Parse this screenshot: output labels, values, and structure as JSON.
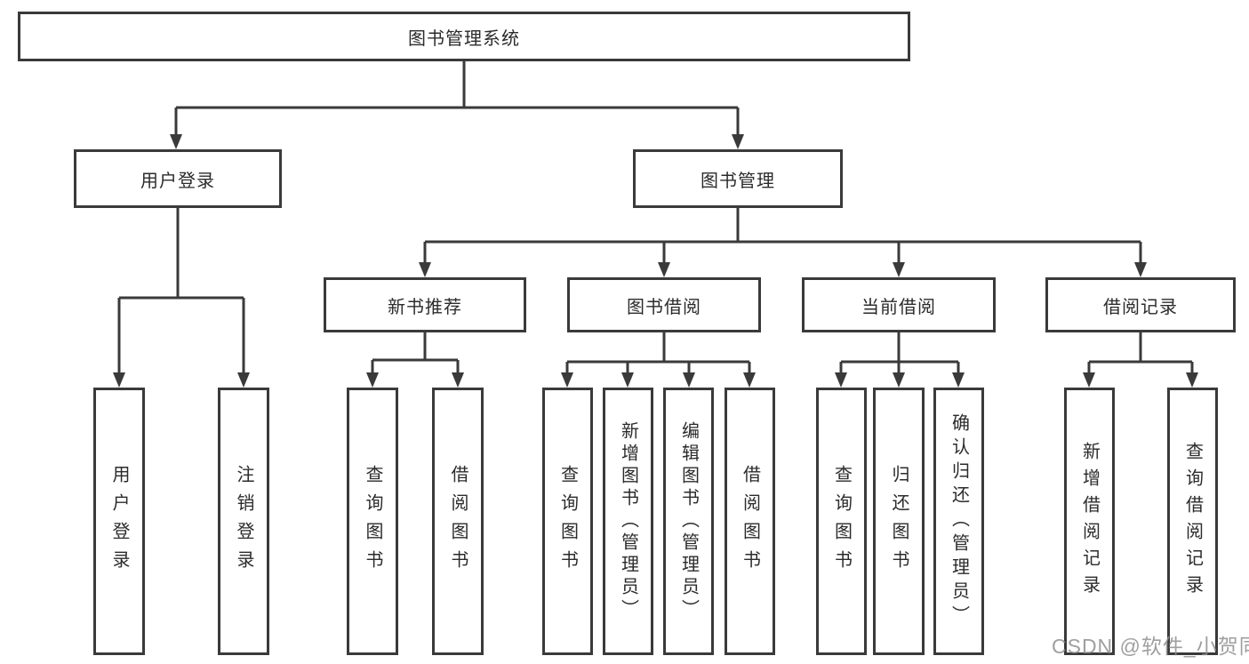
{
  "root": {
    "label": "图书管理系统"
  },
  "branches": [
    {
      "label": "用户登录",
      "children": [
        {
          "label": "用户登录"
        },
        {
          "label": "注销登录"
        }
      ]
    },
    {
      "label": "图书管理",
      "children": [
        {
          "label": "新书推荐",
          "children": [
            {
              "label": "查询图书"
            },
            {
              "label": "借阅图书"
            }
          ]
        },
        {
          "label": "图书借阅",
          "children": [
            {
              "label": "查询图书"
            },
            {
              "label": "新增图书（管理员）"
            },
            {
              "label": "编辑图书（管理员）"
            },
            {
              "label": "借阅图书"
            }
          ]
        },
        {
          "label": "当前借阅",
          "children": [
            {
              "label": "查询图书"
            },
            {
              "label": "归还图书"
            },
            {
              "label": "确认归还（管理员）"
            }
          ]
        },
        {
          "label": "借阅记录",
          "children": [
            {
              "label": "新增借阅记录"
            },
            {
              "label": "查询借阅记录"
            }
          ]
        }
      ]
    }
  ],
  "watermark": {
    "text": "CSDN @软件_小贺同学"
  },
  "colors": {
    "line": "#3a3a3a",
    "box_border": "#3a3a3a",
    "box_fill": "#ffffff",
    "text": "#2b2b2b",
    "watermark": "#8f8f8f",
    "background": "#ffffff"
  }
}
